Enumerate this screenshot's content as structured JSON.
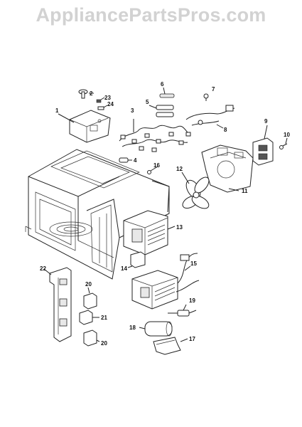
{
  "watermark": "AppliancePartsPros.com",
  "callouts": [
    "1",
    "2",
    "23",
    "24",
    "3",
    "5",
    "6",
    "7",
    "8",
    "9",
    "10",
    "4",
    "16",
    "11",
    "12",
    "13",
    "14",
    "15",
    "22",
    "20",
    "21",
    "20",
    "19",
    "18",
    "17"
  ]
}
